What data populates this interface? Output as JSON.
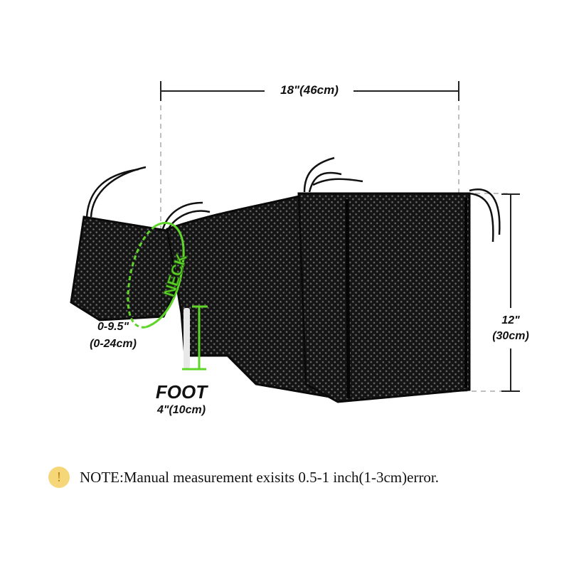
{
  "dimensions": {
    "length": {
      "label": "18\"(46cm)"
    },
    "height": {
      "inch": "12\"",
      "cm": "(30cm)"
    },
    "neck": {
      "tag": "NECK",
      "inch": "0-9.5\"",
      "cm": "(0-24cm)"
    },
    "foot": {
      "title": "FOOT",
      "value": "4\"(10cm)"
    }
  },
  "note": {
    "icon": "exclamation-icon",
    "icon_glyph": "!",
    "text": "NOTE:Manual measurement exisits 0.5-1 inch(1-3cm)error."
  },
  "colors": {
    "accent_green": "#5fd52a",
    "mesh": "#151515",
    "note_badge": "#f5d77a",
    "dim_line": "#222222"
  }
}
